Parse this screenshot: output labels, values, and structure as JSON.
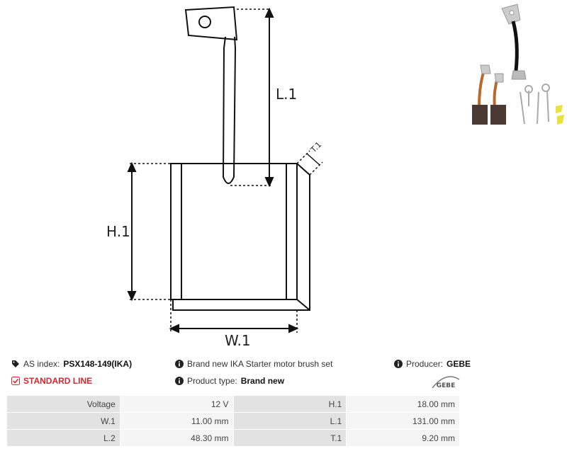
{
  "diagram": {
    "labels": {
      "l1": "L.1",
      "h1": "H.1",
      "w1": "W.1",
      "t1": "T.1"
    }
  },
  "info": {
    "as_index_label": "AS index:",
    "as_index_value": "PSX148-149(IKA)",
    "standard_line": "STANDARD LINE",
    "description": "Brand new IKA Starter motor brush set",
    "product_type_label": "Product type:",
    "product_type_value": "Brand new",
    "producer_label": "Producer:",
    "producer_value": "GEBE",
    "logo_text": "GEBE"
  },
  "icons": {
    "tags": "tags-icon",
    "check": "check-square-icon",
    "info": "info-circle-icon"
  },
  "colors": {
    "accent": "#d9262e",
    "key_bg": "#e2e2e2",
    "value_bg": "#f5f5f5"
  },
  "specs": [
    {
      "k1": "Voltage",
      "v1": "12 V",
      "k2": "H.1",
      "v2": "18.00 mm"
    },
    {
      "k1": "W.1",
      "v1": "11.00 mm",
      "k2": "L.1",
      "v2": "131.00 mm"
    },
    {
      "k1": "L.2",
      "v1": "48.30 mm",
      "k2": "T.1",
      "v2": "9.20 mm"
    }
  ]
}
